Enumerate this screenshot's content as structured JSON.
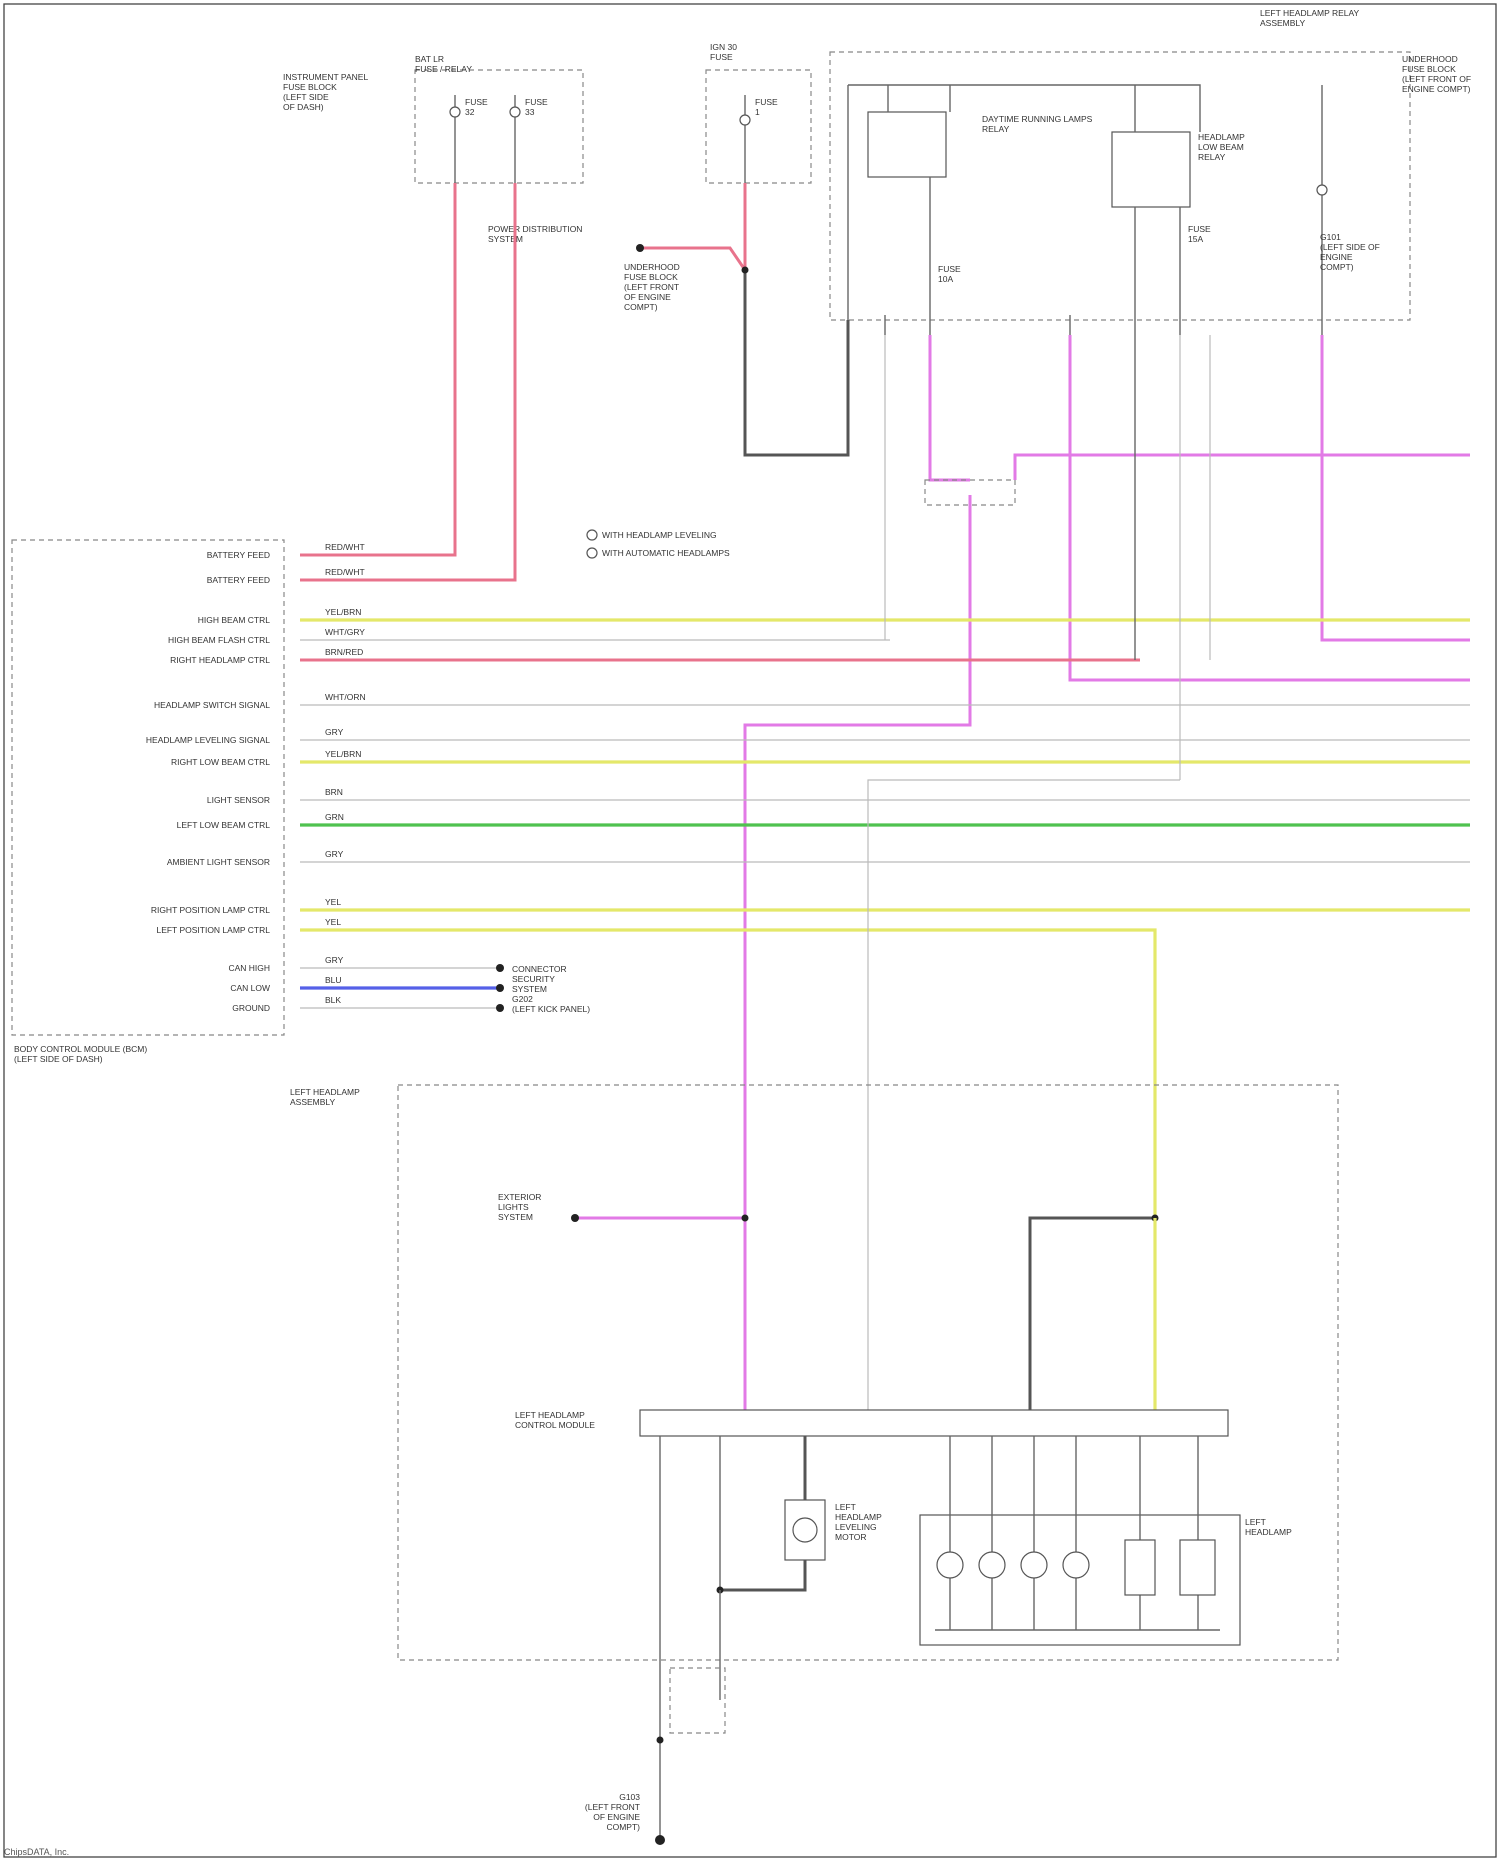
{
  "footer": {
    "copyright": "ChipsDATA, Inc."
  },
  "fuses": {
    "bat_lr_box_title": "BAT LR\nFUSE / RELAY",
    "fuse_left_label": "FUSE\n32",
    "fuse_right_label": "FUSE\n33",
    "ignition_box_title": "IGN 30\nFUSE",
    "ignition_fuse": "FUSE\n1",
    "power_distribution": "POWER DISTRIBUTION\nSYSTEM",
    "left_side_note": "INSTRUMENT PANEL\nFUSE BLOCK\n(LEFT SIDE\nOF DASH)",
    "underhood_note": "UNDERHOOD\nFUSE BLOCK\n(LEFT FRONT\nOF ENGINE\nCOMPT)",
    "ground_note": "G101\n(LEFT SIDE OF\nENGINE\nCOMPT)"
  },
  "relays": {
    "relay_box_title": "LEFT HEADLAMP RELAY\nASSEMBLY",
    "daytime_relay": "DAYTIME RUNNING LAMPS\nRELAY",
    "headlamp_relay": "HEADLAMP\nLOW BEAM\nRELAY",
    "fuse_block_note": "UNDERHOOD\nFUSE BLOCK\n(LEFT FRONT OF\nENGINE COMPT)",
    "fuse_a": "FUSE\n10A",
    "fuse_b": "FUSE\n15A"
  },
  "bcm": {
    "title": "BODY CONTROL MODULE (BCM)\n(LEFT SIDE OF DASH)",
    "legend": [
      "WITH HEADLAMP LEVELING",
      "WITH AUTOMATIC HEADLAMPS"
    ],
    "pins": [
      {
        "label": "BATTERY FEED",
        "wire": "RED/WHT"
      },
      {
        "label": "BATTERY FEED",
        "wire": "RED/WHT"
      },
      {
        "label": "HIGH BEAM CTRL",
        "wire": "YEL/BRN"
      },
      {
        "label": "HIGH BEAM FLASH CTRL",
        "wire": "WHT/GRY"
      },
      {
        "label": "RIGHT HEADLAMP CTRL",
        "wire": "BRN/RED"
      },
      {
        "label": "HEADLAMP SWITCH SIGNAL",
        "wire": "WHT/ORN"
      },
      {
        "label": "HEADLAMP LEVELING SIGNAL",
        "wire": "GRY"
      },
      {
        "label": "RIGHT LOW BEAM CTRL",
        "wire": "YEL/BRN"
      },
      {
        "label": "LIGHT SENSOR",
        "wire": "BRN"
      },
      {
        "label": "LEFT LOW BEAM CTRL",
        "wire": "GRN"
      },
      {
        "label": "AMBIENT LIGHT SENSOR",
        "wire": "GRY"
      },
      {
        "label": "RIGHT POSITION LAMP CTRL",
        "wire": "YEL"
      },
      {
        "label": "LEFT POSITION LAMP CTRL",
        "wire": "YEL"
      },
      {
        "label": "CAN HIGH",
        "wire": "GRY"
      },
      {
        "label": "CAN LOW",
        "wire": "BLU"
      },
      {
        "label": "GROUND",
        "wire": "BLK"
      }
    ],
    "ground_note": "CONNECTOR\nSECURITY\nSYSTEM\nG202\n(LEFT KICK PANEL)"
  },
  "headlamp": {
    "box_title": "LEFT HEADLAMP\nASSEMBLY",
    "exterior_lights": "EXTERIOR\nLIGHTS\nSYSTEM",
    "module": "LEFT HEADLAMP\nCONTROL MODULE",
    "leveling_motor": "LEFT\nHEADLAMP\nLEVELING\nMOTOR",
    "lamps_label": "LEFT\nHEADLAMP",
    "ground": "G103\n(LEFT FRONT\nOF ENGINE\nCOMPT)"
  }
}
